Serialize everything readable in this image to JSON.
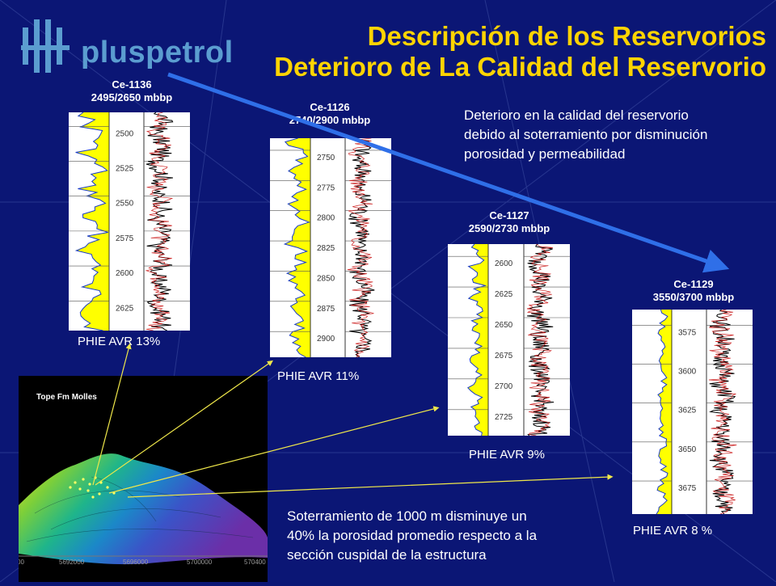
{
  "brand": {
    "name": "pluspetrol",
    "color": "#5b9dd0"
  },
  "title": {
    "line1": "Descripción de los Reservorios",
    "line2": "Deterioro de La Calidad del Reservorio"
  },
  "description": {
    "line1": "Deterioro en la calidad del reservorio",
    "line2": "debido al soterramiento por disminución",
    "line3": "porosidad y permeabilidad"
  },
  "wells": [
    {
      "name": "Ce-1136",
      "interval": "2495/2650 mbbp",
      "phie": "PHIE AVR 13%",
      "depths": [
        "2500",
        "2525",
        "2550",
        "2575",
        "2600",
        "2625"
      ]
    },
    {
      "name": "Ce-1126",
      "interval": "2740/2900 mbbp",
      "phie": "PHIE AVR 11%",
      "depths": [
        "2750",
        "2775",
        "2800",
        "2825",
        "2850",
        "2875",
        "2900"
      ]
    },
    {
      "name": "Ce-1127",
      "interval": "2590/2730 mbbp",
      "phie": "PHIE AVR 9%",
      "depths": [
        "2600",
        "2625",
        "2650",
        "2675",
        "2700",
        "2725"
      ]
    },
    {
      "name": "Ce-1129",
      "interval": "3550/3700 mbbp",
      "phie": "PHIE AVR 8 %",
      "depths": [
        "3575",
        "3600",
        "3625",
        "3650",
        "3675"
      ]
    }
  ],
  "map": {
    "title": "Tope Fm Molles",
    "x_ticks": [
      "00",
      "5692000",
      "5696000",
      "5700000",
      "570400"
    ]
  },
  "footer": {
    "line1": "Soterramiento de 1000 m disminuye un",
    "line2": "40% la porosidad promedio respecto a la",
    "line3": "sección cuspidal de la estructura"
  },
  "colors": {
    "background": "#0b1675",
    "title": "#ffd400",
    "trend_arrow": "#2f6fe8",
    "porosity_fill": "#ffff00",
    "pointer_line": "#f0e84a"
  }
}
